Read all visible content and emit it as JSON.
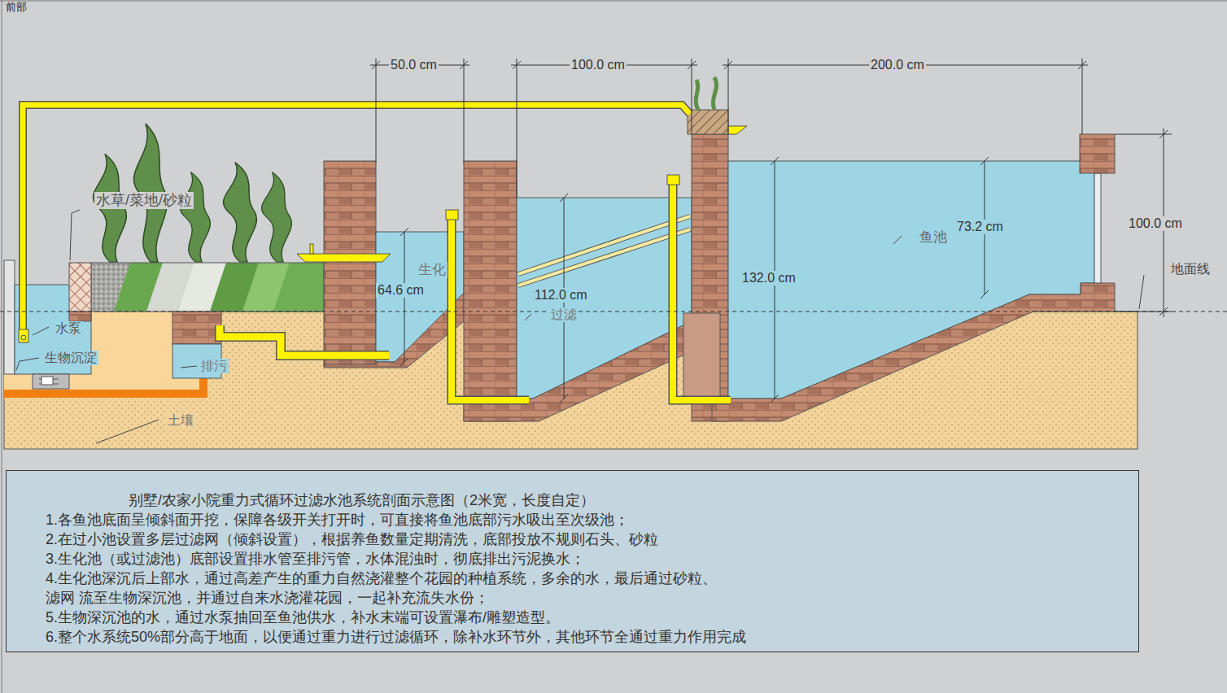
{
  "diagram": {
    "nodes": [
      {
        "text": [
          "别墅/农家小院重力式循环过滤水池系统剖面示意图（2米宽，长度自定）",
          "1.各鱼池底面呈倾斜面开挖，保障各级开关打开时，可直接将鱼池底部污水吸出至次级池；",
          "2.在过小池设置多层过滤网（倾斜设置），根据养鱼数量定期清洗，底部投放不规则石头、砂粒",
          "3.生化池（或过滤池）底部设置排水管至排污管，水体混浊时，彻底排出污泥换水；",
          "4.生化池深沉后上部水，通过高差产生的重力自然浇灌整个花园的种植系统，多余的水，最后通过砂粒、滤网 流至生物深沉池，并通过自来水浇灌花园，一起补充流失水份；",
          "5.生物深沉池的水，通过水泵抽回至鱼池供水，补水末端可设置瀑布/雕塑造型。",
          "6.整个水系统50%部分高于地面，以便通过重力进行过滤循环，除补水环节外，其他环节全通过重力作用完成"
        ]
      }
    ],
    "labels": [
      "前部",
      "50.0 cm",
      "100.0 cm",
      "200.0 cm",
      "水草/菜地/砂粒",
      "生化",
      "64.6 cm",
      "112.0 cm",
      "过滤",
      "132.0 cm",
      "鱼池",
      "73.2 cm",
      "100.0 cm",
      "地面线",
      "水泵",
      "生物沉淀",
      "排污",
      "土壤"
    ]
  }
}
